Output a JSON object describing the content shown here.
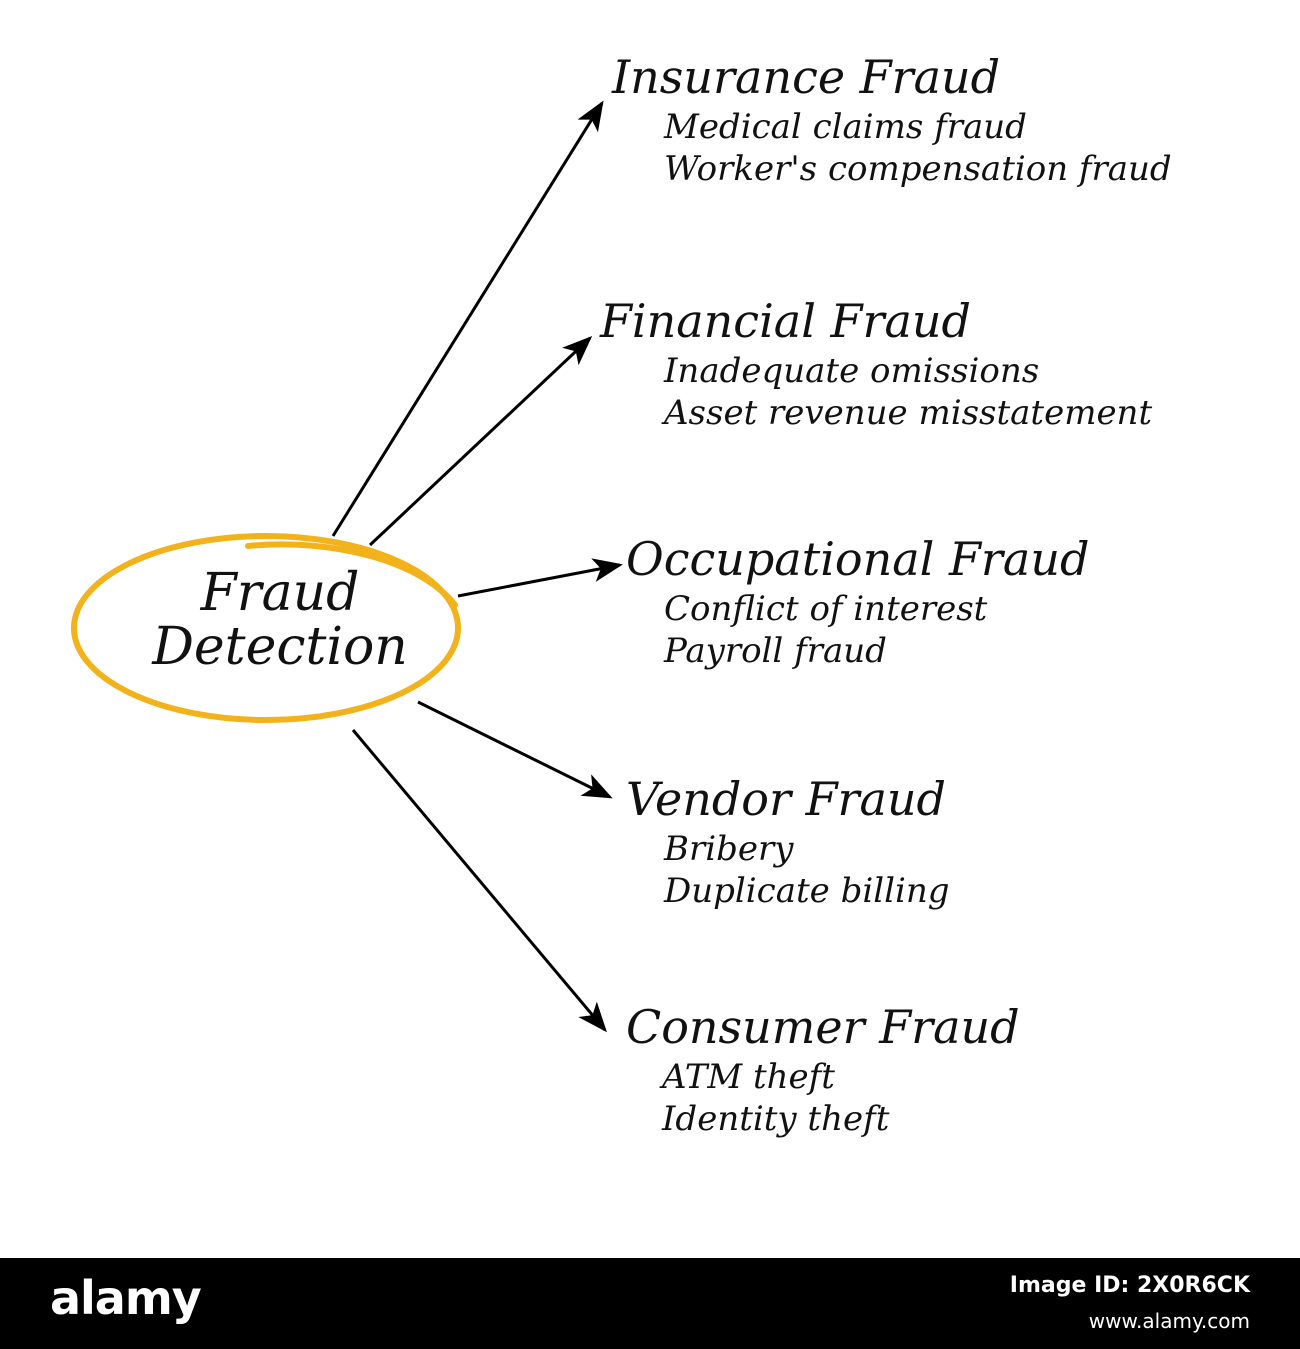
{
  "center": {
    "line1": "Fraud",
    "line2": "Detection",
    "ring_color": "#F2B21C"
  },
  "arrow_color": "#000000",
  "branches": [
    {
      "title": "Insurance Fraud",
      "items": [
        "Medical claims fraud",
        "Worker's compensation fraud"
      ]
    },
    {
      "title": "Financial Fraud",
      "items": [
        "Inadequate omissions",
        "Asset revenue misstatement"
      ]
    },
    {
      "title": "Occupational Fraud",
      "items": [
        "Conflict of interest",
        "Payroll fraud"
      ]
    },
    {
      "title": "Vendor Fraud",
      "items": [
        "Bribery",
        "Duplicate billing"
      ]
    },
    {
      "title": "Consumer Fraud",
      "items": [
        "ATM theft",
        "Identity theft"
      ]
    }
  ],
  "footer": {
    "brand": "alamy",
    "image_id": "Image ID: 2X0R6CK",
    "url": "www.alamy.com"
  }
}
